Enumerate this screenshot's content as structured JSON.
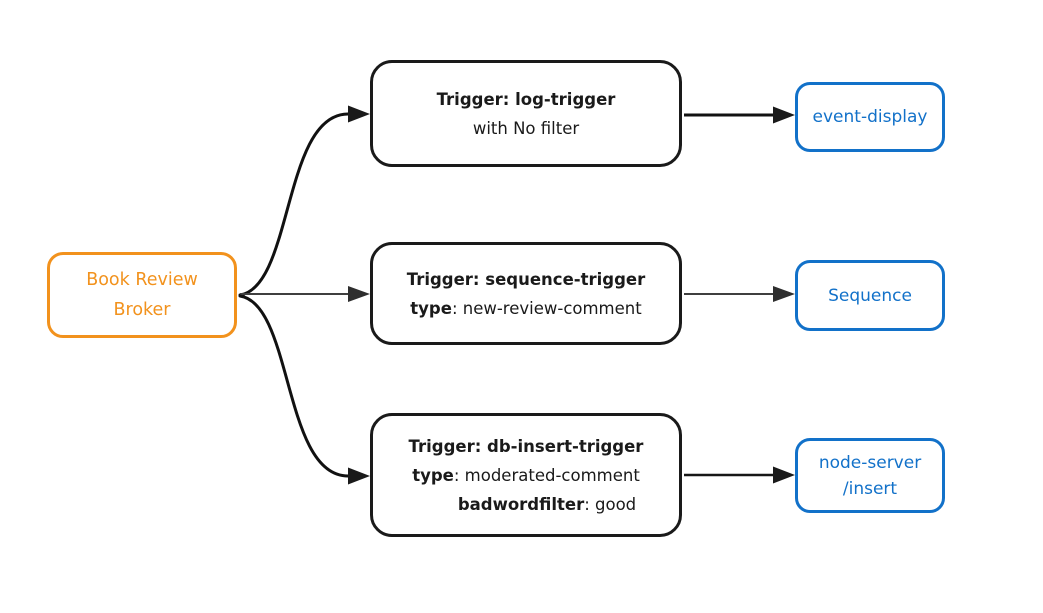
{
  "colors": {
    "background": "#FFFFFF",
    "orange": "#F2921D",
    "blue": "#1271C9",
    "ink": "#1A1A1A",
    "edge-gray": "#3F3F3F"
  },
  "broker": {
    "lines": [
      "Book Review",
      "Broker"
    ]
  },
  "triggers": [
    {
      "lines": [
        [
          {
            "text": "Trigger: log-trigger",
            "bold": true
          }
        ],
        [
          {
            "text": "with No filter",
            "bold": false
          }
        ]
      ]
    },
    {
      "lines": [
        [
          {
            "text": "Trigger: sequence-trigger",
            "bold": true
          }
        ],
        [
          {
            "text": "type",
            "bold": true
          },
          {
            "text": ": new-review-comment",
            "bold": false
          }
        ]
      ]
    },
    {
      "lines": [
        [
          {
            "text": "Trigger: db-insert-trigger",
            "bold": true
          }
        ],
        [
          {
            "text": "type",
            "bold": true
          },
          {
            "text": ": moderated-comment",
            "bold": false
          }
        ],
        [
          {
            "text": "badwordfilter",
            "bold": true
          },
          {
            "text": ": good",
            "bold": false
          }
        ]
      ]
    }
  ],
  "sinks": [
    {
      "lines": [
        "event-display"
      ]
    },
    {
      "lines": [
        "Sequence"
      ]
    },
    {
      "lines": [
        "node-server",
        "/insert"
      ]
    }
  ],
  "edges": [
    {
      "from": "Book Review Broker",
      "to": "Trigger: log-trigger"
    },
    {
      "from": "Book Review Broker",
      "to": "Trigger: sequence-trigger"
    },
    {
      "from": "Book Review Broker",
      "to": "Trigger: db-insert-trigger"
    },
    {
      "from": "Trigger: log-trigger",
      "to": "event-display"
    },
    {
      "from": "Trigger: sequence-trigger",
      "to": "Sequence"
    },
    {
      "from": "Trigger: db-insert-trigger",
      "to": "node-server /insert"
    }
  ]
}
